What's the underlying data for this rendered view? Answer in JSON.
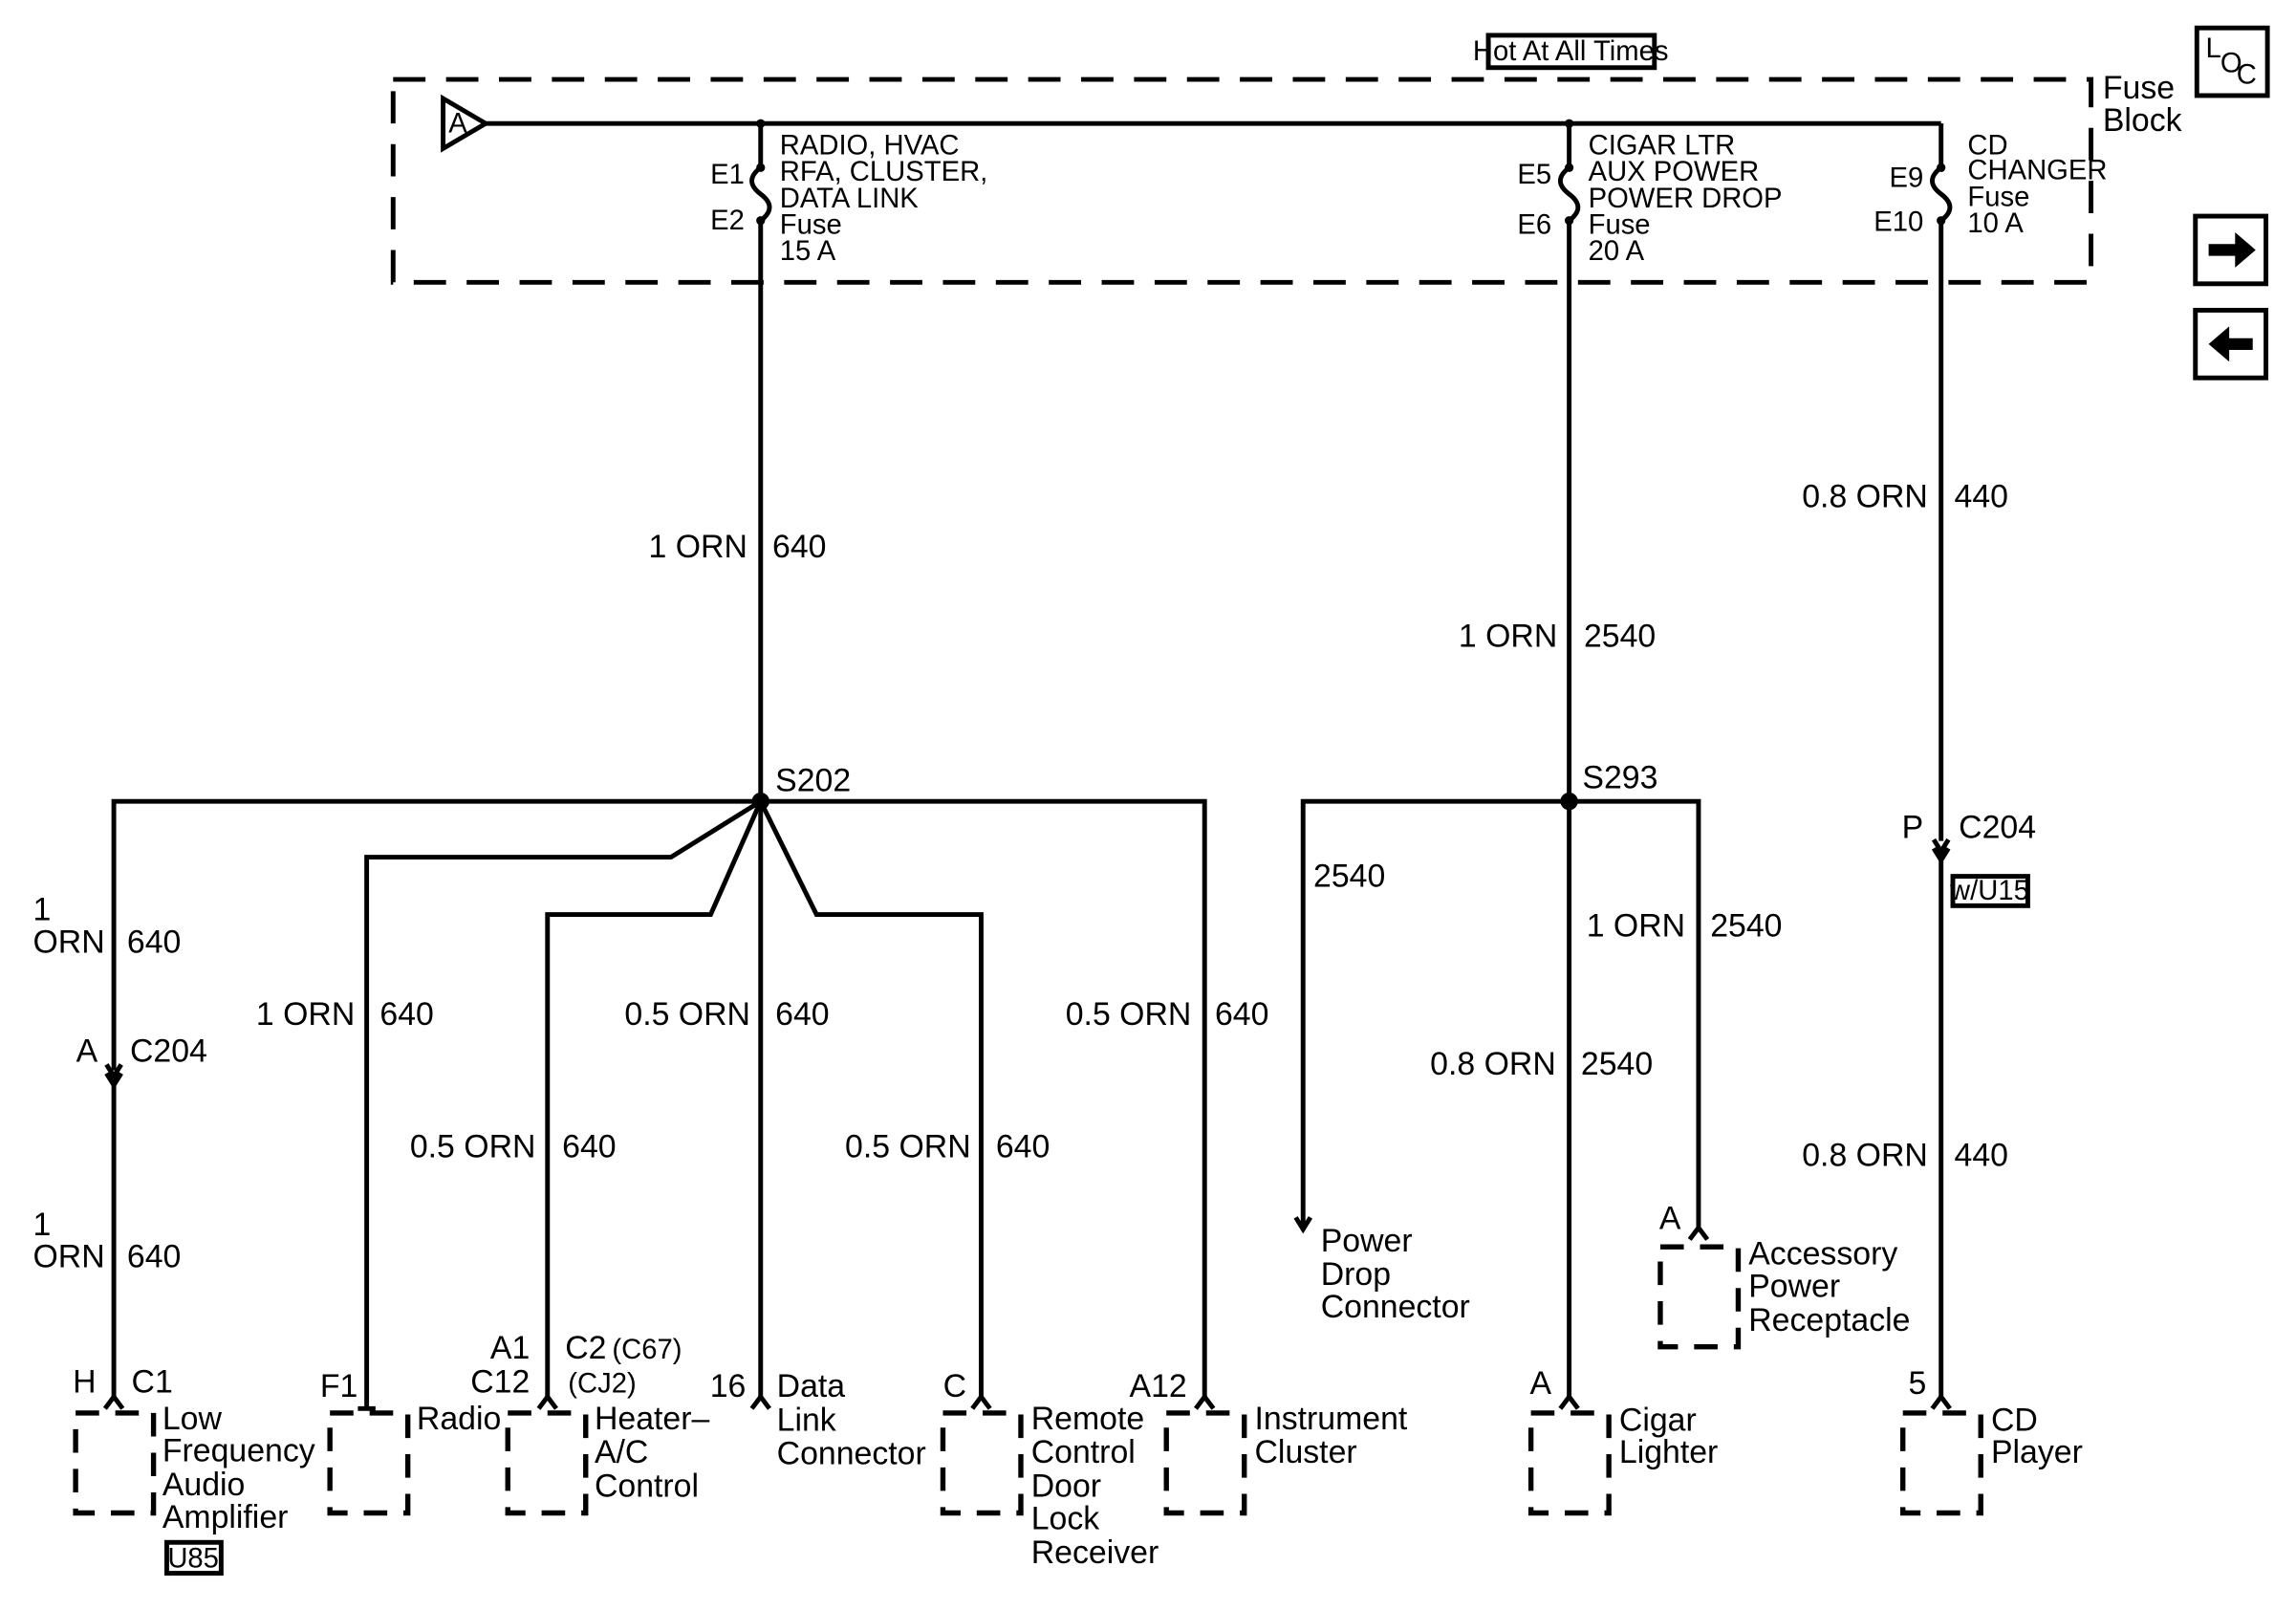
{
  "header": {
    "hot_label": "Hot At All Times",
    "loc_l": "L",
    "loc_o": "O",
    "loc_c": "C",
    "fuse_block_line1": "Fuse",
    "fuse_block_line2": "Block",
    "bus_tag": "A"
  },
  "nav": {
    "next_icon": "arrow-right-icon",
    "prev_icon": "arrow-left-icon"
  },
  "fuses": {
    "f1": {
      "pin_in": "E1",
      "pin_out": "E2",
      "lines": [
        "RADIO, HVAC",
        "RFA, CLUSTER,",
        "DATA LINK",
        "Fuse",
        "15 A"
      ]
    },
    "f2": {
      "pin_in": "E5",
      "pin_out": "E6",
      "lines": [
        "CIGAR LTR",
        "AUX POWER",
        "POWER DROP",
        "Fuse",
        "20 A"
      ]
    },
    "f3": {
      "pin_in": "E9",
      "pin_out": "E10",
      "lines": [
        "CD",
        "CHANGER",
        "Fuse",
        "10 A"
      ]
    }
  },
  "wires": {
    "w_main1": {
      "gauge": "1 ORN",
      "circuit": "640"
    },
    "w_main2": {
      "gauge": "1 ORN",
      "circuit": "2540"
    },
    "w_main3": {
      "gauge": "0.8 ORN",
      "circuit": "440"
    },
    "w_cd_low": {
      "gauge": "0.8 ORN",
      "circuit": "440"
    },
    "w_amp_top": {
      "gauge_a": "1",
      "gauge_b": "ORN",
      "circuit": "640"
    },
    "w_amp_bot": {
      "gauge_a": "1",
      "gauge_b": "ORN",
      "circuit": "640"
    },
    "w_radio": {
      "gauge": "1 ORN",
      "circuit": "640"
    },
    "w_hvac": {
      "gauge": "0.5 ORN",
      "circuit": "640"
    },
    "w_dlc": {
      "gauge": "0.5 ORN",
      "circuit": "640"
    },
    "w_rcdlr": {
      "gauge": "0.5 ORN",
      "circuit": "640"
    },
    "w_cluster": {
      "gauge": "0.5 ORN",
      "circuit": "640"
    },
    "w_pdrop": {
      "circuit": "2540"
    },
    "w_cigar": {
      "gauge": "0.8 ORN",
      "circuit": "2540"
    },
    "w_accy": {
      "gauge": "1 ORN",
      "circuit": "2540"
    }
  },
  "splices": {
    "s202": "S202",
    "s293": "S293"
  },
  "connectors": {
    "c204_amp": {
      "pin": "A",
      "name": "C204"
    },
    "c204_cd": {
      "pin": "P",
      "name": "C204",
      "option": "w/U15"
    }
  },
  "components": {
    "amp": {
      "pin": "H",
      "conn": "C1",
      "lines": [
        "Low",
        "Frequency",
        "Audio",
        "Amplifier"
      ],
      "option": "U85"
    },
    "radio": {
      "pin": "F1",
      "lines": [
        "Radio"
      ]
    },
    "hvac": {
      "pin_a": "A1",
      "pin_b": "C12",
      "conn": "C2",
      "conn_note1": "(C67)",
      "conn_note2": "(CJ2)",
      "lines": [
        "Heater–",
        "A/C",
        "Control"
      ]
    },
    "dlc": {
      "pin": "16",
      "lines": [
        "Data",
        "Link",
        "Connector"
      ]
    },
    "rcdlr": {
      "pin": "C",
      "lines": [
        "Remote",
        "Control",
        "Door",
        "Lock",
        "Receiver"
      ]
    },
    "cluster": {
      "pin": "A12",
      "lines": [
        "Instrument",
        "Cluster"
      ]
    },
    "pdrop": {
      "lines": [
        "Power",
        "Drop",
        "Connector"
      ]
    },
    "cigar": {
      "pin": "A",
      "lines": [
        "Cigar",
        "Lighter"
      ]
    },
    "accy": {
      "pin": "A",
      "lines": [
        "Accessory",
        "Power",
        "Receptacle"
      ]
    },
    "cd": {
      "pin": "5",
      "lines": [
        "CD",
        "Player"
      ]
    }
  }
}
